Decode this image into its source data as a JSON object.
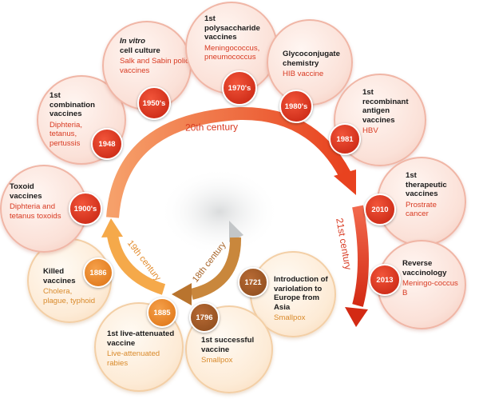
{
  "centuries": {
    "c20": "20th century",
    "c21": "21st century",
    "c19": "19th century",
    "c18": "18th century"
  },
  "milestones": [
    {
      "year": "1721",
      "title": "Introduction of variolation to Europe from Asia",
      "detail": "Smallpox"
    },
    {
      "year": "1796",
      "title": "1st successful vaccine",
      "detail": "Smallpox"
    },
    {
      "year": "1885",
      "title": "1st live-attenuated vaccine",
      "detail": "Live-attenuated rabies"
    },
    {
      "year": "1886",
      "title": "Killed vaccines",
      "detail": "Cholera, plague, typhoid"
    },
    {
      "year": "1900's",
      "title": "Toxoid vaccines",
      "detail": "Diphteria and tetanus toxoids"
    },
    {
      "year": "1948",
      "title": "1st combination vaccines",
      "detail": "Diphteria, tetanus, pertussis"
    },
    {
      "year": "1950's",
      "title_italic": "In vitro",
      "title": "cell culture",
      "detail": "Salk and Sabin polio vaccines"
    },
    {
      "year": "1970's",
      "title": "1st polysaccharide vaccines",
      "detail": "Meningococcus, pneumococcus"
    },
    {
      "year": "1980's",
      "title": "Glycoconjugate chemistry",
      "detail": "HIB vaccine"
    },
    {
      "year": "1981",
      "title": "1st recombinant antigen vaccines",
      "detail": "HBV"
    },
    {
      "year": "2010",
      "title": "1st therapeutic vaccines",
      "detail": "Prostrate cancer"
    },
    {
      "year": "2013",
      "title": "Reverse vaccinology",
      "detail": "Meningo-coccus B"
    }
  ],
  "colors": {
    "red": "#d83a22",
    "orange": "#d98a2b",
    "brown": "#8a4a1c",
    "grey": "#b8bcbf"
  }
}
